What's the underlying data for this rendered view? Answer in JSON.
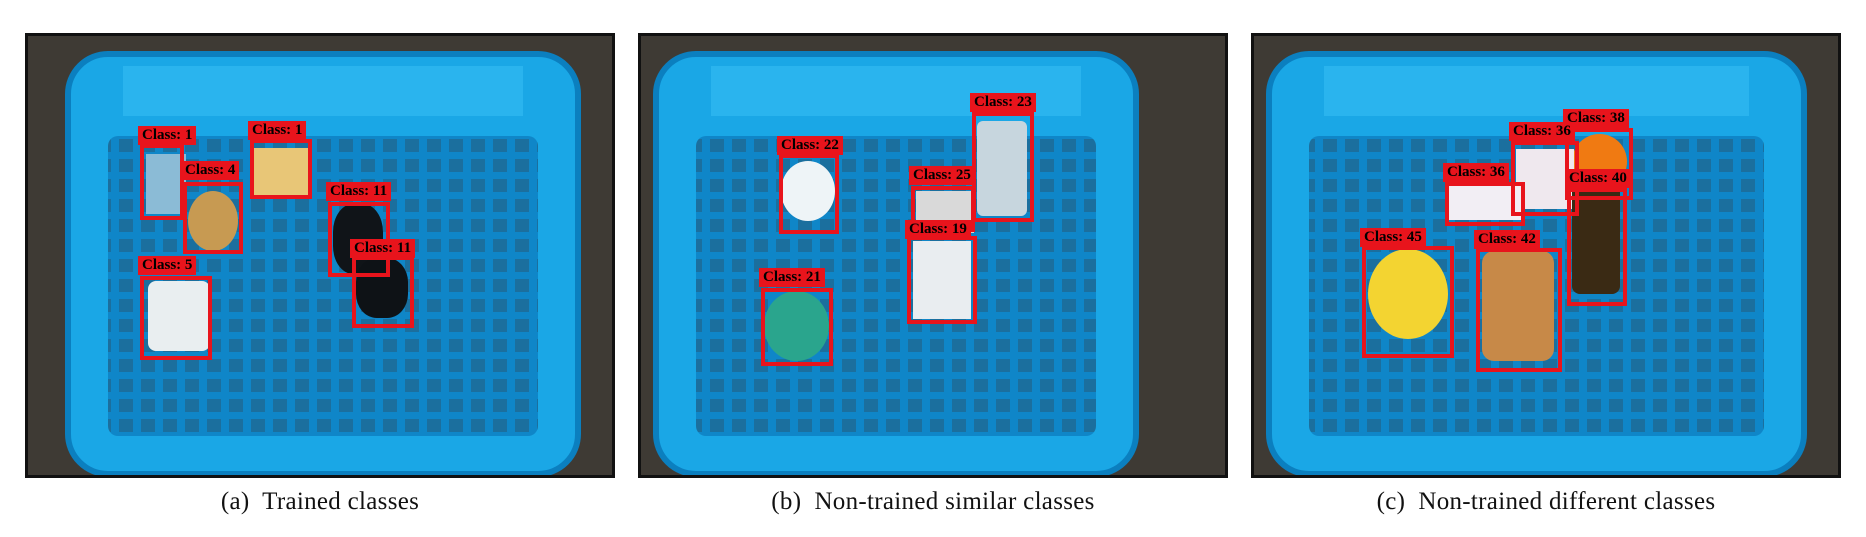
{
  "panels": {
    "a": {
      "caption": "(a)  Trained classes",
      "labels": [
        "Class: 1",
        "Class: 1",
        "Class: 4",
        "Class: 11",
        "Class: 11",
        "Class: 5"
      ]
    },
    "b": {
      "caption": "(b)  Non-trained similar classes",
      "labels": [
        "Class: 23",
        "Class: 22",
        "Class: 25",
        "Class: 19",
        "Class: 21"
      ]
    },
    "c": {
      "caption": "(c)  Non-trained different classes",
      "labels": [
        "Class: 38",
        "Class: 36",
        "Class: 36",
        "Class: 40",
        "Class: 45",
        "Class: 42"
      ]
    }
  },
  "colors": {
    "box": "#e8141c",
    "basket": "#1aa7e6",
    "basket_dark": "#0b7fbf",
    "floor": "#3e3a34",
    "border": "#111111"
  }
}
